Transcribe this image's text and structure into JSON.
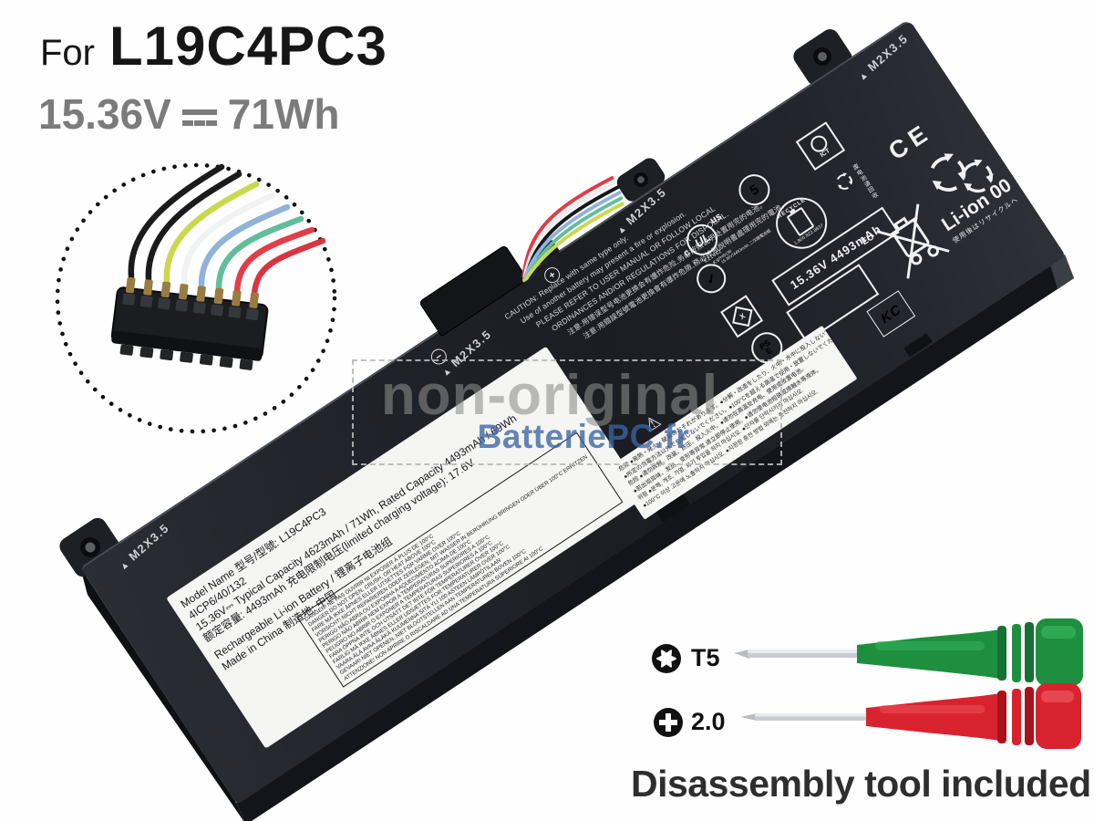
{
  "header": {
    "for_label": "For",
    "model": "L19C4PC3",
    "voltage": "15.36V",
    "wattage": "71Wh"
  },
  "watermark": {
    "line1": "non-original",
    "line2": "BatteriePC.fr"
  },
  "battery": {
    "screw_marking": "M2X3.5",
    "caution_lines": [
      "CAUTION: Replace with same type only.",
      "Use of another battery may present a fire or explosion.",
      "PLEASE REFER TO USER MANUAL OR FOLLOW LOCAL",
      "ORDINANCES AND/OR REGULATIONS FOR DISPOSAL.",
      "注意:用错误型号电池更换会有爆炸危险,务必按照说明处置用完的电池。",
      "注意:用錯誤型號電池更換會有爆炸危險,務必按照說明書處理用完的電池。"
    ],
    "spec_label": {
      "line1": "Model Name 型号/型號: L19C4PC3",
      "line2": "4ICP6/40/132",
      "line3": "15.36V⎓ Typical Capacity 4623mAh / 71Wh, Rated Capacity 4493mAh / 69Wh",
      "line4": "额定容量: 4493mAh  充电限制电压(limited charging voltage): 17.6V",
      "line5": "Rechargeable Li-ion Battery / 锂离子电池组",
      "line6": "Made in China  制造地: 中国"
    },
    "danger_box": [
      "DANGER!  NE PAS OUVRIR NI EXPOSER À PLUS DE 100°C",
      "DANGER   DO NOT OPEN, CRUSH, OR HEAT ABOVE 100°C",
      "FARE     MÅ IKKE ÅPNES ELLER UTSETTES FOR VARME OVER 100°C",
      "VORSICHT! NICHT REPARIEREN ODER ZERLEGEN, MIT WASSER IN BERÜHRUNG BRINGEN ODER ÜBER 100°C ERHITZEN",
      "PERIGO   NÃO ABRA OU EXPONHA A AQUECIMENTO ACIMA DE 100°C",
      "PERIGO   NÃO ABRIR NEM EXPOR A TEMPERATURAS SUPERIORES A 100°C",
      "PELIGRO  NO ABRIR O EXPONER A TEMPERATURAS SUPERIORES A 100°C",
      "FARA     ÖPPNA INTE OCH UTSÄTT DET INTE FÖR TEMPERATURER ÖVER 100°C",
      "FARLIG   MÅ IKKE ÅBNES ELLER UDSÆTTES FOR TEMPERATURER OVER 100°C",
      "VAARA    ÄLÄ AVAA ÄLÄKÄ KUUMENNA SITÄ YLI 100 ASTEEN LÄMPÖTILAAN",
      "GEVAAR!  NIET OPENEN, NIET BLOOTSTELLEN AAN TEMPERATUREN BOVEN 100°C",
      "ATTENZIONE! NON APRIRE O RISCALDARE AD UNA TEMPERATURA SUPERIORE AI 100°C"
    ],
    "cjk_label": [
      "危険 ●発熱・発火・破裂のおそれがあります。●分解・改造をしたり、火中・水中に投入しないでください。",
      "●所定の充電方法以外で充電しないでください。●100°Cを超える高温で使用・放置しないでください。",
      "危险 ●请勿拆解、改装、挤压、投入火中。●请勿在高温处充电、使用或放置电池。",
      "●若出现异味、发热、变形等异常,请立即停止使用。●请勿使电池短路或接触水等液体。",
      "위험 ●분해, 개조, 가열, 화기 투입을 하지 마십시오. ●단자를 단락시키지 마십시오.",
      "●100°C 이상 고온에 노출하지 마십시오. ●지정된 충전 방법 외에는 충전하지 마십시오."
    ],
    "marks": {
      "ul_c": "c",
      "ul_core": "UL",
      "ul_us": "us",
      "ul_file": "E21462",
      "ul_code": "K9",
      "epup": "5",
      "recycle_top": "RECYCLE",
      "recycle_phone": "1.800.822.8837",
      "ict": "ICT",
      "battery_recycle_cn": "废电池请回收",
      "ce": "CE",
      "liion_label": "Li-ion 00",
      "liion_jp": "使用後はリサイクルへ",
      "eu": "EU",
      "bsmi_no": "R45130",
      "bsmi_line": "15.36V/4493mAh 二次鋰電池組",
      "rating": "15.36V 4493mAh",
      "pse_top": "PS",
      "pse_bottom": "E",
      "kc": "KC",
      "diamond_x": "X",
      "plus": "+",
      "minus": "−"
    }
  },
  "icons": {
    "warning_triangle": "⚠",
    "triangle_marker": "▲"
  },
  "tools": {
    "torx_label": "T5",
    "phillips_label": "2.0",
    "caption": "Disassembly tool included"
  },
  "colors": {
    "battery_body": "#1f2227",
    "watermark_gray": "#8c8c8c",
    "watermark_blue": "#3a64a0",
    "tool_green": "#1e8f3e",
    "tool_red": "#d8232e"
  }
}
